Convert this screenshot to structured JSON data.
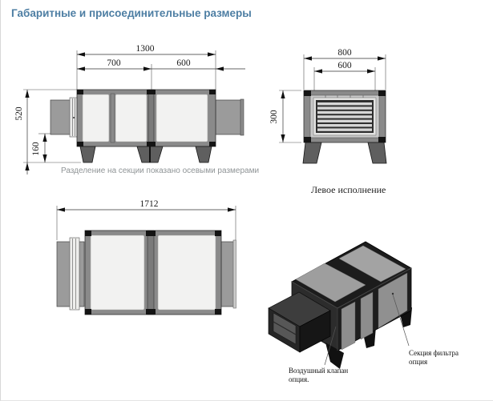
{
  "title": "Габаритные и присоединительные размеры",
  "side_view": {
    "dim_overall": "1300",
    "dim_section_left": "700",
    "dim_section_right": "600",
    "dim_height": "520",
    "dim_base": "160",
    "note": "Разделение на секции показано осевыми размерами"
  },
  "end_view": {
    "dim_overall": "800",
    "dim_opening": "600",
    "dim_height": "300",
    "caption": "Левое исполнение"
  },
  "plan_view": {
    "dim_overall": "1712"
  },
  "iso_view": {
    "valve_label_line1": "Воздушный клапан",
    "valve_label_line2": "опция.",
    "filter_label_line1": "Секция фильтра",
    "filter_label_line2": "опция"
  },
  "colors": {
    "accent": "#4d7ea3",
    "note_gray": "#8f9496",
    "ink": "#1a1a1a"
  }
}
